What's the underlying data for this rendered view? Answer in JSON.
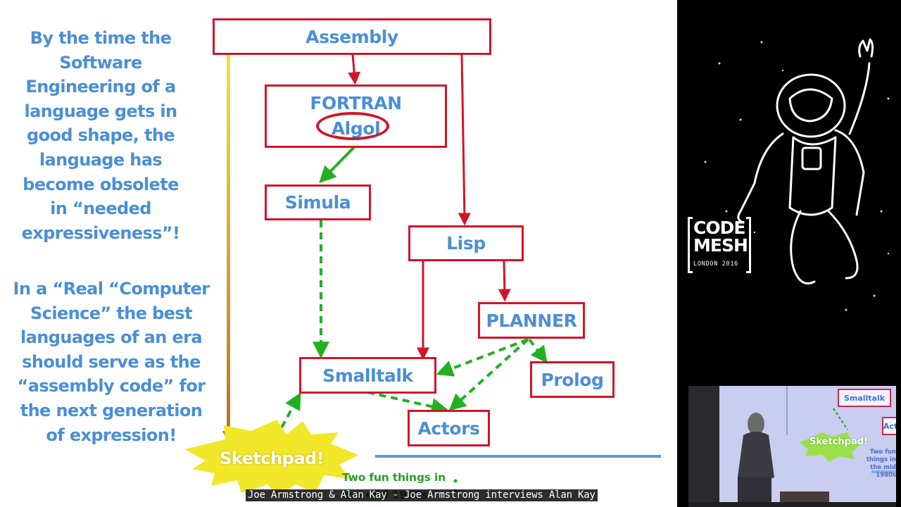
{
  "slide": {
    "left_text": {
      "para1": "By the time the\nSoftware\nEngineering of a\nlanguage gets in\ngood shape, the\nlanguage has\nbecome obsolete\nin “needed\nexpressiveness”!",
      "para2": "In a “Real “Computer\nScience” the best\nlanguages of an era\nshould serve as the\n“assembly code” for\nthe next generation\nof expression!"
    },
    "nodes": {
      "assembly": "Assembly",
      "fortran": "FORTRAN",
      "algol": "Algol",
      "simula": "Simula",
      "lisp": "Lisp",
      "planner": "PLANNER",
      "smalltalk": "Smalltalk",
      "prolog": "Prolog",
      "actors": "Actors",
      "sketchpad": "Sketchpad!"
    },
    "note": "Two fun things in\nthe mid 1980s"
  },
  "colors": {
    "text_blue": "#4a8fd6",
    "box_red": "#d2142a",
    "dashed_green": "#22b022",
    "solid_green": "#22b022",
    "gradient_top": "#f5e04a",
    "gradient_bottom": "#b8732a",
    "starburst": "#f2e829"
  },
  "caption": {
    "text": "Joe Armstrong & Alan Kay - Joe Armstrong interviews Alan Kay"
  },
  "sidebar": {
    "logo_word": "CODE\nMESH",
    "logo_sub": "LONDON 2016"
  },
  "pip": {
    "smalltalk": "Smalltalk",
    "actors": "Act",
    "sketchpad": "Sketchpad!",
    "note": "Two fun things in\nthe mid 1980s"
  }
}
